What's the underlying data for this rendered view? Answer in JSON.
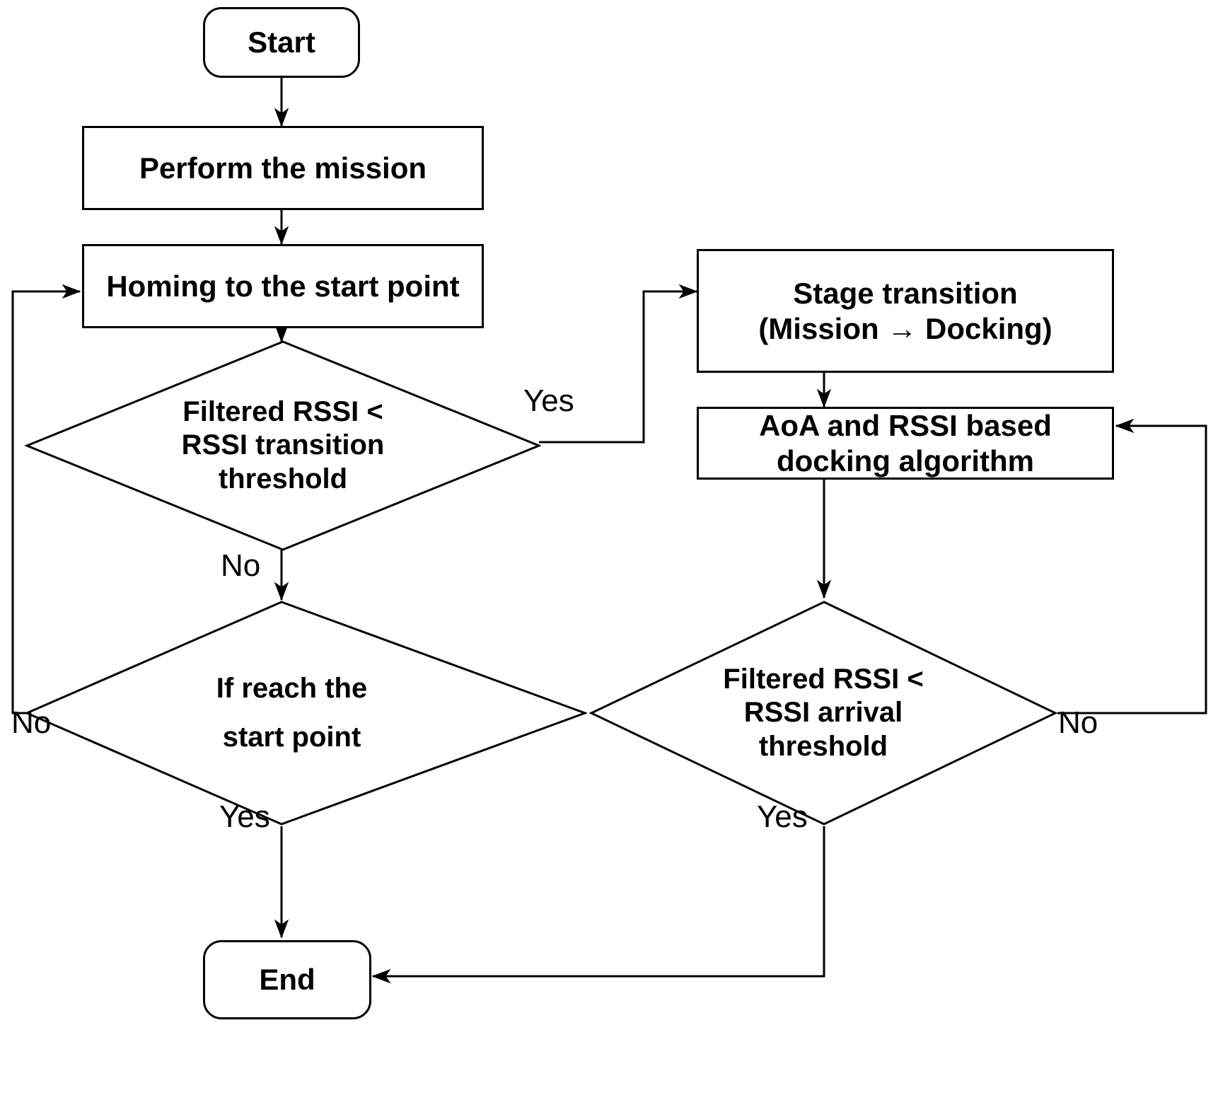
{
  "diagram": {
    "title": "AoA and RSSI based docking flowchart",
    "stroke_color": "#000000",
    "background_color": "#ffffff",
    "nodes": {
      "start": {
        "label": "Start",
        "shape": "terminator"
      },
      "perform_mission": {
        "label": "Perform the mission",
        "shape": "process"
      },
      "homing": {
        "label": "Homing to the start point",
        "shape": "process"
      },
      "decision_transition": {
        "line1": "Filtered RSSI <",
        "line2": "RSSI transition",
        "line3": "threshold",
        "shape": "decision"
      },
      "decision_reach_start": {
        "line1": "If reach the",
        "line2": "start point",
        "shape": "decision"
      },
      "stage_transition": {
        "line1": "Stage transition",
        "line2": "(Mission → Docking)",
        "shape": "process"
      },
      "docking_algorithm": {
        "line1": "AoA and RSSI based",
        "line2": "docking algorithm",
        "shape": "process"
      },
      "decision_arrival": {
        "line1": "Filtered RSSI <",
        "line2": "RSSI arrival",
        "line3": "threshold",
        "shape": "decision"
      },
      "end": {
        "label": "End",
        "shape": "terminator"
      }
    },
    "edge_labels": {
      "transition_yes": "Yes",
      "transition_no": "No",
      "reach_start_no": "No",
      "reach_start_yes": "Yes",
      "arrival_no": "No",
      "arrival_yes": "Yes"
    }
  }
}
